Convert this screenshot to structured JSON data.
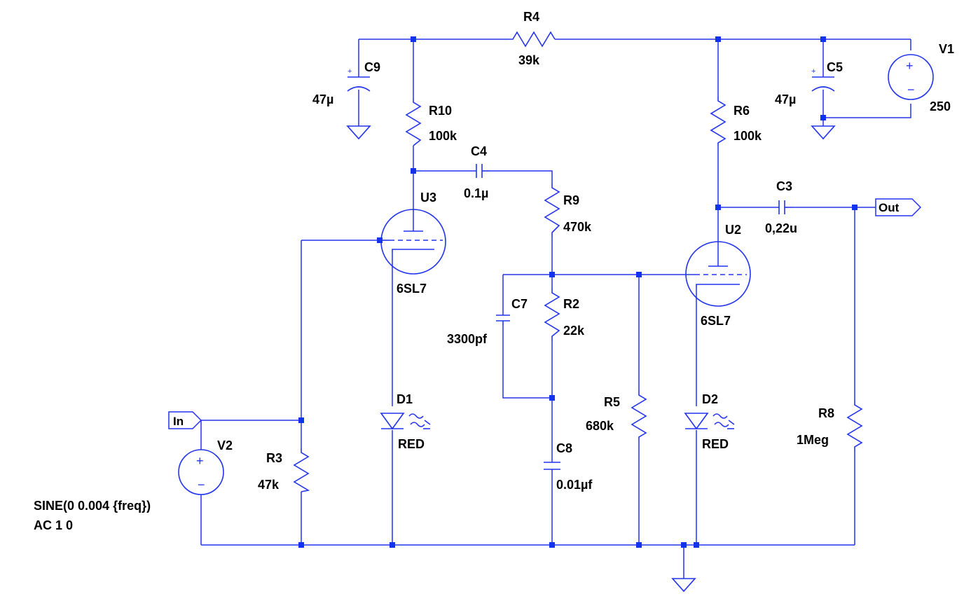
{
  "title": "",
  "components": {
    "R4": {
      "ref": "R4",
      "value": "39k"
    },
    "C9": {
      "ref": "C9",
      "value": "47µ"
    },
    "R10": {
      "ref": "R10",
      "value": "100k"
    },
    "C4": {
      "ref": "C4",
      "value": "0.1µ"
    },
    "R9": {
      "ref": "R9",
      "value": "470k"
    },
    "U3": {
      "ref": "U3",
      "value": "6SL7"
    },
    "C7": {
      "ref": "C7",
      "value": "3300pf"
    },
    "R2": {
      "ref": "R2",
      "value": "22k"
    },
    "D1": {
      "ref": "D1",
      "value": "RED"
    },
    "C8": {
      "ref": "C8",
      "value": "0.01µf"
    },
    "R5": {
      "ref": "R5",
      "value": "680k"
    },
    "U2": {
      "ref": "U2",
      "value": "6SL7"
    },
    "D2": {
      "ref": "D2",
      "value": "RED"
    },
    "R6": {
      "ref": "R6",
      "value": "100k"
    },
    "C5": {
      "ref": "C5",
      "value": "47µ"
    },
    "V1": {
      "ref": "V1",
      "value": "250"
    },
    "C3": {
      "ref": "C3",
      "value": "0,22u"
    },
    "R8": {
      "ref": "R8",
      "value": "1Meg"
    },
    "R3": {
      "ref": "R3",
      "value": "47k"
    },
    "V2": {
      "ref": "V2",
      "value_line1": "SINE(0 0.004 {freq})",
      "value_line2": "AC 1 0"
    }
  },
  "ports": {
    "in": {
      "label": "In"
    },
    "out": {
      "label": "Out"
    }
  },
  "colors": {
    "wire": "#2233ee",
    "junction": "#1133ee",
    "text": "#000000",
    "background": "#ffffff"
  }
}
